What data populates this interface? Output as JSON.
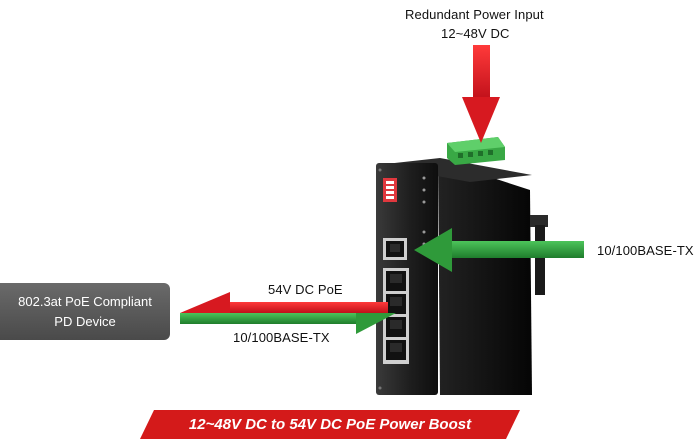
{
  "labels": {
    "power_input_line1": "Redundant Power Input",
    "power_input_line2": "12~48V DC",
    "uplink": "10/100BASE-TX",
    "poe_out": "54V DC PoE",
    "downlink": "10/100BASE-TX"
  },
  "pd_device": {
    "line1": "802.3at PoE Compliant",
    "line2": "PD Device"
  },
  "banner": "12~48V DC to 54V DC PoE Power Boost",
  "colors": {
    "power_arrow": "#d71920",
    "data_arrow": "#2f9a3a",
    "poe_arrow": "#d71920",
    "banner": "#d41a1a",
    "pd_box": "#555555",
    "switch_body": "#1c1c1c",
    "terminal_block": "#39a845"
  },
  "icons": {
    "power_arrow": "down-arrow",
    "uplink_arrow": "left-arrow",
    "poe_arrow": "left-arrow",
    "downlink_arrow": "right-arrow"
  }
}
